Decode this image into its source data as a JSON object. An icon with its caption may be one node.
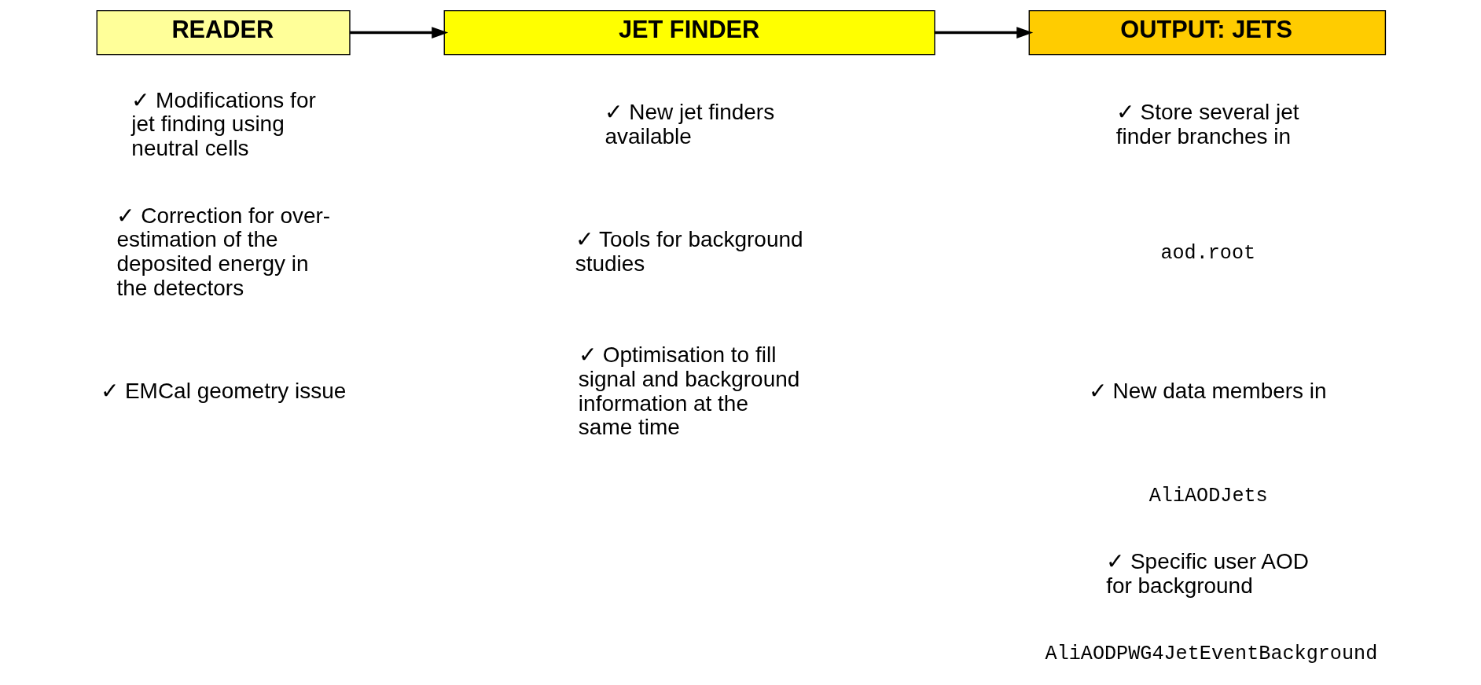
{
  "diagram": {
    "nodes": [
      {
        "text": [
          "READER"
        ]
      },
      {
        "text": [
          "JET FINDER"
        ]
      },
      {
        "text": [
          "OUTPUT: JETS"
        ]
      }
    ],
    "edges": [
      {
        "from": 0,
        "to": 1,
        "arrow": "to"
      },
      {
        "from": 1,
        "to": 2,
        "arrow": "to"
      }
    ],
    "labels": [
      "✓ Modifications for jet finding using neutral cells",
      "✓ Correction for over-estimation of the deposited energy in the detectors",
      "✓ EMCal geometry issue",
      "✓ New jet finders available",
      "✓ Tools for background studies",
      "✓ Optimisation to fill signal and background information at the same time",
      "✓ Store several jet finder branches in",
      "aod.root",
      "✓ New data members in",
      "AliAODJets",
      "✓ Specific user AOD for background",
      "AliAODPWG4JetEventBackground"
    ]
  }
}
